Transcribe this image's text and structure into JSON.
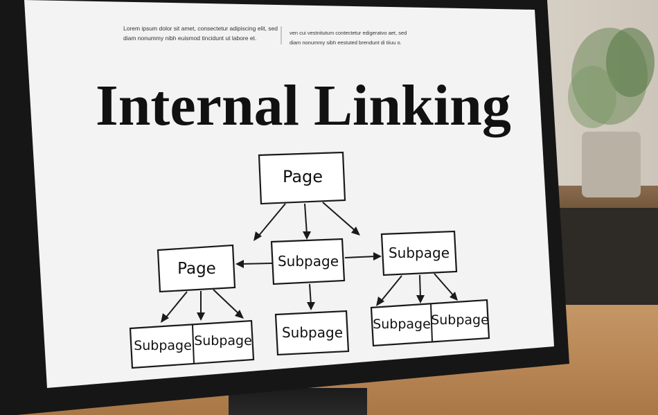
{
  "header": {
    "left_line1": "Lorem ipsum dolor sit amet, consectetur adipiscing elit, sed",
    "left_line2": "diam nonummy nibh euismod tincidunt ut labore et.",
    "right_line1": "ven cui vestnitutum contectetur edigeratvo aet, sed",
    "right_line2": "diam nonummy sibh eestuted brendunt di tiiuu o."
  },
  "title": "Internal Linking",
  "diagram": {
    "nodes": [
      {
        "id": "root",
        "label": "Page"
      },
      {
        "id": "left-page",
        "label": "Page"
      },
      {
        "id": "center-subpage",
        "label": "Subpage"
      },
      {
        "id": "right-subpage",
        "label": "Subpage"
      },
      {
        "id": "left-child-1",
        "label": "Subpage"
      },
      {
        "id": "left-child-2",
        "label": "Subpage"
      },
      {
        "id": "center-child",
        "label": "Subpage"
      },
      {
        "id": "right-child-1",
        "label": "Subpage"
      },
      {
        "id": "right-child-2",
        "label": "Subpage"
      }
    ]
  },
  "colors": {
    "bezel": "#1a1a1a",
    "screen": "#f4f4f4",
    "ink": "#111111"
  }
}
